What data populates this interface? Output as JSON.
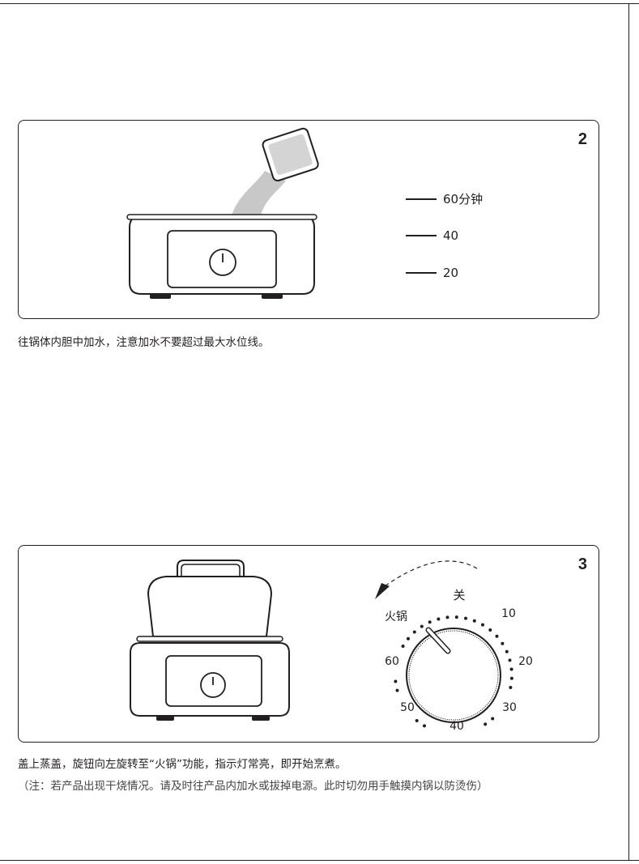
{
  "step2": {
    "number": "2",
    "levels": [
      {
        "label": "60分钟"
      },
      {
        "label": "40"
      },
      {
        "label": "20"
      }
    ],
    "caption": "往锅体内胆中加水，注意加水不要超过最大水位线。"
  },
  "step3": {
    "number": "3",
    "dial": {
      "off_label": "关",
      "mode_label": "火锅",
      "ticks": [
        "10",
        "20",
        "30",
        "40",
        "50",
        "60"
      ]
    },
    "caption": "盖上蒸盖，旋钮向左旋转至“火锅”功能，指示灯常亮，即开始烹煮。",
    "note": "（注：若产品出现干烧情况。请及时往产品内加水或拔掉电源。此时切勿用手触摸内锅以防烫伤）"
  }
}
